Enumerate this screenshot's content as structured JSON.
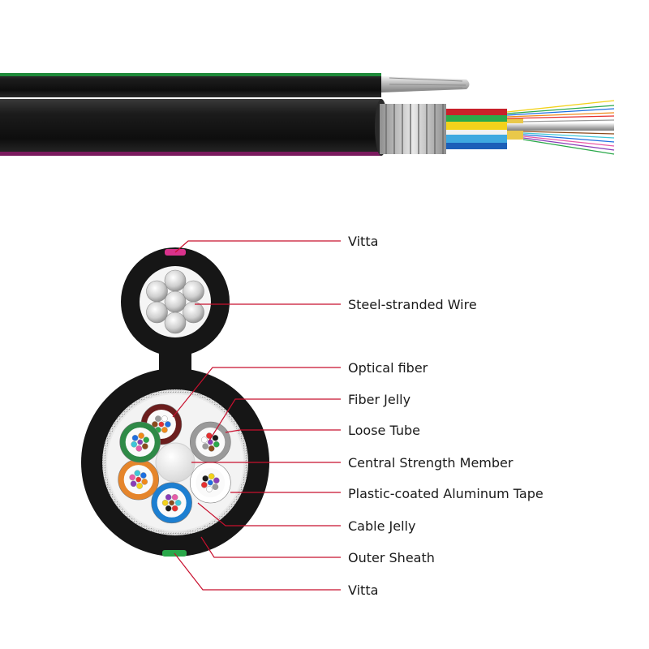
{
  "colors": {
    "leader": "#c8102e",
    "sheath": "#161616",
    "vitta_top": "#d9328c",
    "vitta_bottom": "#2aa84a"
  },
  "labels": [
    {
      "id": "vitta-top",
      "text": "Vitta"
    },
    {
      "id": "steel-wire",
      "text": "Steel-stranded Wire"
    },
    {
      "id": "optical-fiber",
      "text": "Optical fiber"
    },
    {
      "id": "fiber-jelly",
      "text": "Fiber Jelly"
    },
    {
      "id": "loose-tube",
      "text": "Loose Tube"
    },
    {
      "id": "central-member",
      "text": "Central Strength Member"
    },
    {
      "id": "aluminum-tape",
      "text": "Plastic-coated Aluminum Tape"
    },
    {
      "id": "cable-jelly",
      "text": "Cable Jelly"
    },
    {
      "id": "outer-sheath",
      "text": "Outer Sheath"
    },
    {
      "id": "vitta-bottom",
      "text": "Vitta"
    }
  ],
  "loose_tube_colors": [
    "#6b1d1d",
    "#9a9a9a",
    "#ffffff",
    "#1d7fd1",
    "#e5852b",
    "#2f8a47"
  ],
  "fiber_colors": [
    "#1e6fe0",
    "#f08a1a",
    "#2aa84a",
    "#8b4a1c",
    "#9a9a9a",
    "#ffffff",
    "#e53030",
    "#1a1a1a",
    "#f2d21b",
    "#8a3db8",
    "#e85aa7",
    "#3ec7d8"
  ]
}
